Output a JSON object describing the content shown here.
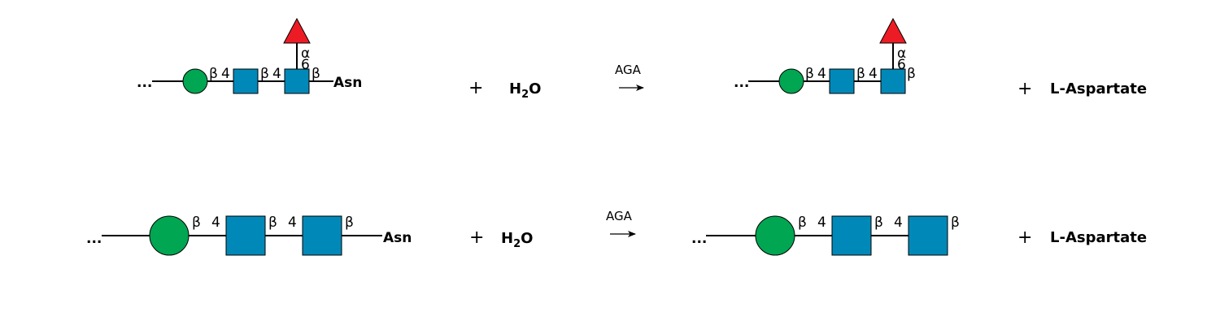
{
  "colors": {
    "galactose": "#00a651",
    "glcnac": "#0089b8",
    "fucose": "#ed1c24",
    "line": "#000000"
  },
  "icons": [
    "galactose-circle",
    "glcnac-square",
    "fucose-triangle",
    "reaction-arrow"
  ],
  "reaction_1": {
    "substrate": {
      "ellipsis": "...",
      "link_gal_glcnac": [
        "β",
        "4"
      ],
      "link_glcnac_glcnac": [
        "β",
        "4"
      ],
      "link_reducing": "β",
      "fucose_link": [
        "α",
        "6"
      ],
      "aglycone": "Asn"
    },
    "plus_1": "+",
    "water": {
      "main": "H",
      "sub": "2",
      "tail": "O"
    },
    "enzyme": "AGA",
    "product": {
      "ellipsis": "...",
      "link_gal_glcnac": [
        "β",
        "4"
      ],
      "link_glcnac_glcnac": [
        "β",
        "4"
      ],
      "link_reducing": "β",
      "fucose_link": [
        "α",
        "6"
      ]
    },
    "plus_2": "+",
    "coproduct": "L-Aspartate"
  },
  "reaction_2": {
    "substrate": {
      "ellipsis": "...",
      "link_gal_glcnac": [
        "β",
        "4"
      ],
      "link_glcnac_glcnac": [
        "β",
        "4"
      ],
      "link_reducing": "β",
      "aglycone": "Asn"
    },
    "plus_1": "+",
    "water": {
      "main": "H",
      "sub": "2",
      "tail": "O"
    },
    "enzyme": "AGA",
    "product": {
      "ellipsis": "...",
      "link_gal_glcnac": [
        "β",
        "4"
      ],
      "link_glcnac_glcnac": [
        "β",
        "4"
      ],
      "link_reducing": "β"
    },
    "plus_2": "+",
    "coproduct": "L-Aspartate"
  }
}
